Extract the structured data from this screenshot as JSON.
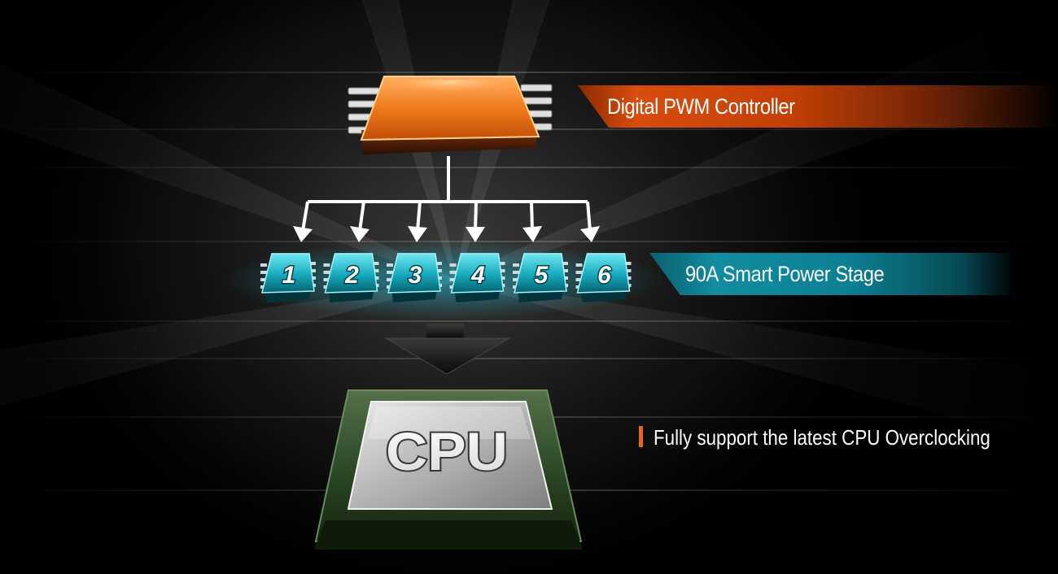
{
  "pwm_controller": {
    "label": "Digital PWM Controller"
  },
  "power_stage": {
    "label": "90A Smart Power Stage",
    "stages": [
      "1",
      "2",
      "3",
      "4",
      "5",
      "6"
    ]
  },
  "cpu": {
    "label": "CPU"
  },
  "feature": {
    "text": "Fully support the latest CPU Overclocking"
  },
  "colors": {
    "accent_orange": "#e8651a",
    "accent_teal": "#128ca0",
    "cpu_green": "#2f4a2a"
  }
}
